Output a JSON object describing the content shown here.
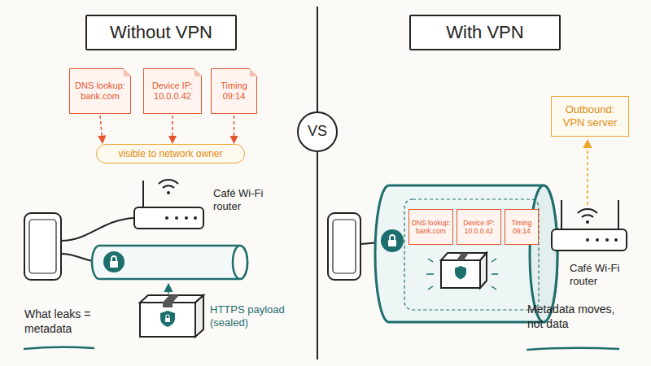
{
  "diagram": {
    "nodes": [
      {
        "text": [
          "Without VPN"
        ]
      },
      {
        "text": [
          "With VPN"
        ]
      },
      {
        "text": [
          "VS"
        ]
      },
      {
        "text": [
          "DNS lookup: bank.com"
        ]
      },
      {
        "text": [
          "Device IP: 10.0.0.42"
        ]
      },
      {
        "text": [
          "Timing 09:14"
        ]
      },
      {
        "text": [
          "visible to network owner"
        ]
      },
      {
        "text": [
          "Outbound: VPN server"
        ]
      },
      {
        "text": [
          "DNS lookup: bank.com"
        ]
      },
      {
        "text": [
          "Device IP: 10.0.0.42"
        ]
      },
      {
        "text": [
          "Timing 09:14"
        ]
      }
    ],
    "edges": [
      {
        "from": 3,
        "to": 6,
        "arrow": "to"
      },
      {
        "from": 4,
        "to": 6,
        "arrow": "to"
      },
      {
        "from": 5,
        "to": 6,
        "arrow": "to"
      }
    ],
    "labels": [
      "Café Wi-Fi router",
      "HTTPS payload (sealed)",
      "What leaks = metadata",
      "Café Wi-Fi router",
      "Metadata moves, not data"
    ]
  }
}
